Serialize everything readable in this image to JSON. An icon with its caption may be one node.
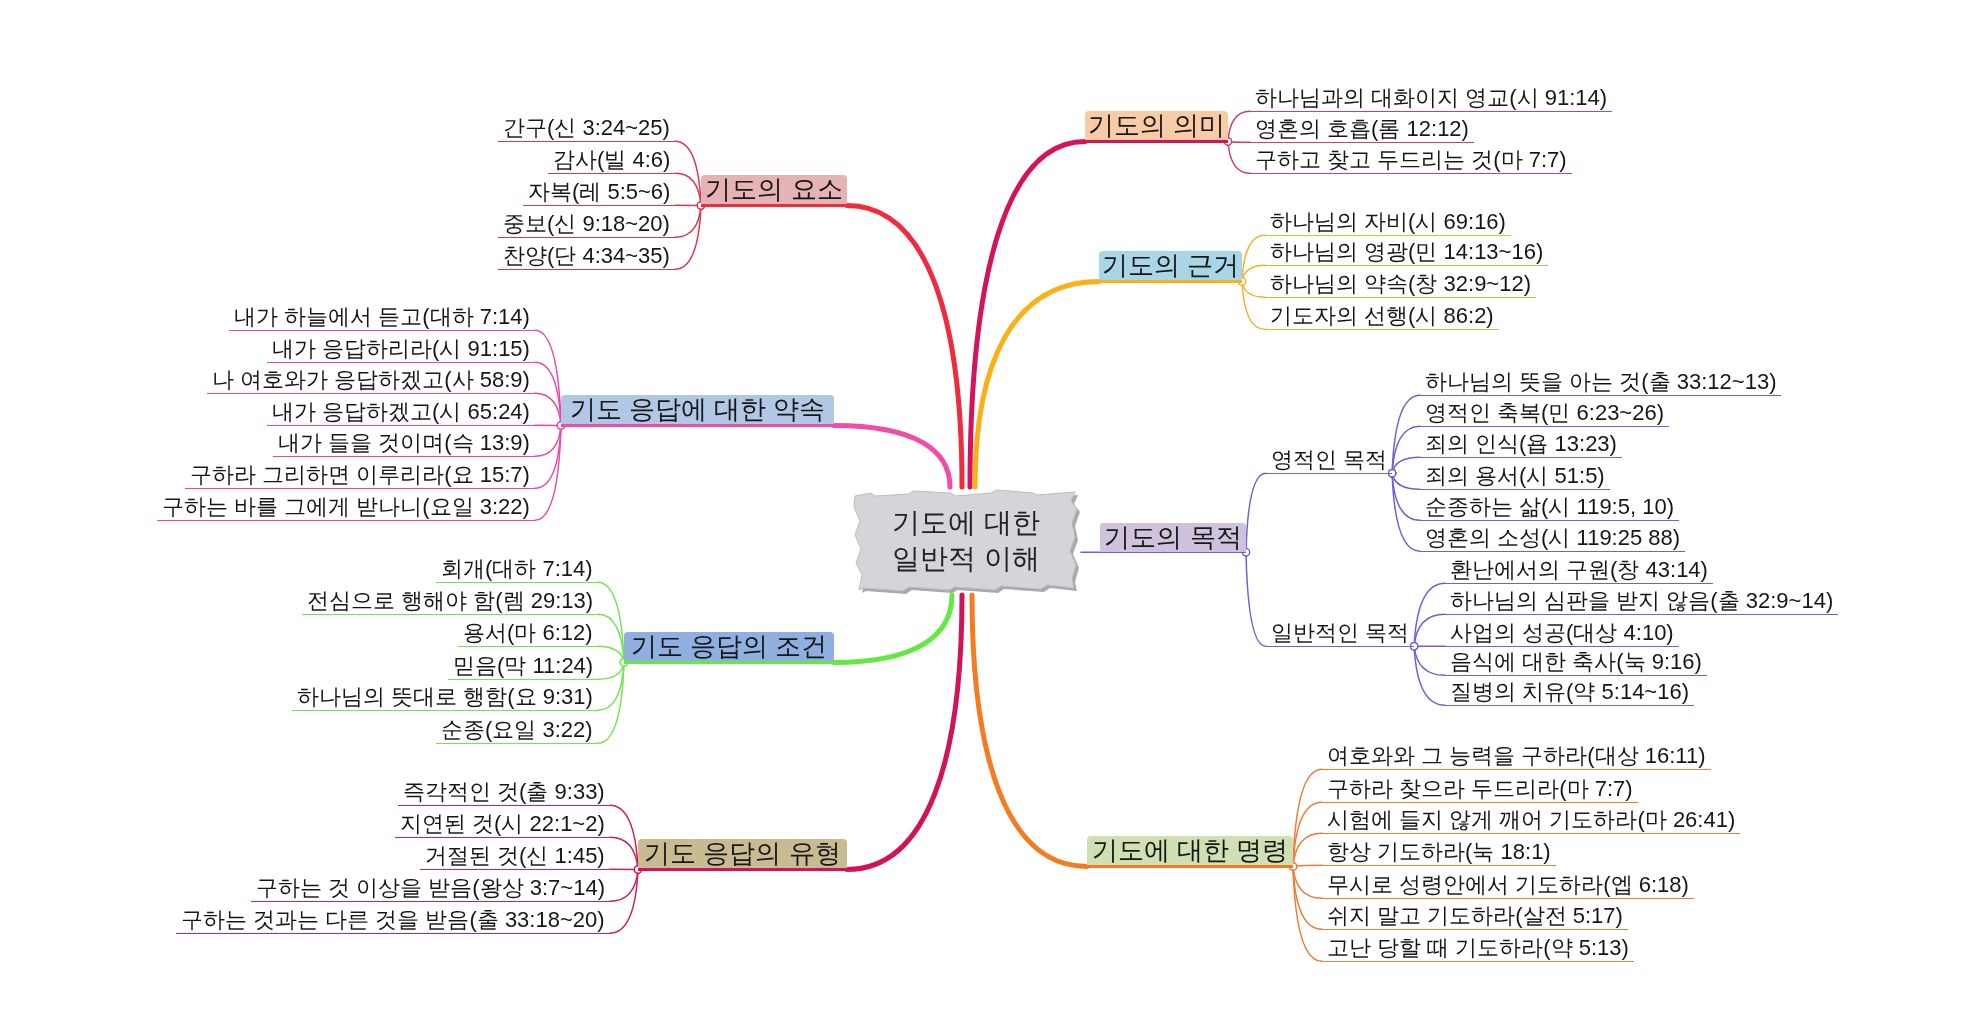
{
  "diagram": {
    "nodes": [
      {
        "text": [
          "기도에 대한 일반적 이해"
        ]
      },
      {
        "text": [
          "기도의 의미"
        ]
      },
      {
        "text": [
          "하나님과의 대화이지 영교(시 91:14)"
        ]
      },
      {
        "text": [
          "영혼의 호흡(롬 12:12)"
        ]
      },
      {
        "text": [
          "구하고 찾고 두드리는 것(마 7:7)"
        ]
      },
      {
        "text": [
          "기도의 근거"
        ]
      },
      {
        "text": [
          "하나님의 자비(시 69:16)"
        ]
      },
      {
        "text": [
          "하나님의 영광(민 14:13~16)"
        ]
      },
      {
        "text": [
          "하나님의 약속(창 32:9~12)"
        ]
      },
      {
        "text": [
          "기도자의 선행(시 86:2)"
        ]
      },
      {
        "text": [
          "기도의 목적"
        ]
      },
      {
        "text": [
          "영적인 목적"
        ]
      },
      {
        "text": [
          "하나님의 뜻을 아는 것(출 33:12~13)"
        ]
      },
      {
        "text": [
          "영적인 축복(민 6:23~26)"
        ]
      },
      {
        "text": [
          "죄의 인식(욥 13:23)"
        ]
      },
      {
        "text": [
          "죄의 용서(시 51:5)"
        ]
      },
      {
        "text": [
          "순종하는 삶(시 119:5, 10)"
        ]
      },
      {
        "text": [
          "영혼의 소성(시 119:25 88)"
        ]
      },
      {
        "text": [
          "일반적인 목적"
        ]
      },
      {
        "text": [
          "환난에서의 구원(창 43:14)"
        ]
      },
      {
        "text": [
          "하나님의 심판을 받지 않음(출 32:9~14)"
        ]
      },
      {
        "text": [
          "사업의 성공(대상 4:10)"
        ]
      },
      {
        "text": [
          "음식에 대한 축사(눅 9:16)"
        ]
      },
      {
        "text": [
          "질병의 치유(약 5:14~16)"
        ]
      },
      {
        "text": [
          "기도에 대한 명령"
        ]
      },
      {
        "text": [
          "여호와와 그 능력을 구하라(대상 16:11)"
        ]
      },
      {
        "text": [
          "구하라 찾으라 두드리라(마 7:7)"
        ]
      },
      {
        "text": [
          "시험에 들지 않게 깨어 기도하라(마 26:41)"
        ]
      },
      {
        "text": [
          "항상 기도하라(눅 18:1)"
        ]
      },
      {
        "text": [
          "무시로 성령안에서 기도하라(엡 6:18)"
        ]
      },
      {
        "text": [
          "쉬지 말고 기도하라(살전 5:17)"
        ]
      },
      {
        "text": [
          "고난 당할 때 기도하라(약 5:13)"
        ]
      },
      {
        "text": [
          "기도의 요소"
        ]
      },
      {
        "text": [
          "간구(신 3:24~25)"
        ]
      },
      {
        "text": [
          "감사(빌 4:6)"
        ]
      },
      {
        "text": [
          "자복(레 5:5~6)"
        ]
      },
      {
        "text": [
          "중보(신 9:18~20)"
        ]
      },
      {
        "text": [
          "찬양(단 4:34~35)"
        ]
      },
      {
        "text": [
          "기도 응답에 대한 약속"
        ]
      },
      {
        "text": [
          "내가 하늘에서 듣고(대하 7:14)"
        ]
      },
      {
        "text": [
          "내가 응답하리라(시 91:15)"
        ]
      },
      {
        "text": [
          "나 여호와가 응답하겠고(사 58:9)"
        ]
      },
      {
        "text": [
          "내가 응답하겠고(시 65:24)"
        ]
      },
      {
        "text": [
          "내가 들을 것이며(슥 13:9)"
        ]
      },
      {
        "text": [
          "구하라 그리하면 이루리라(요 15:7)"
        ]
      },
      {
        "text": [
          "구하는 바를 그에게 받나니(요일 3:22)"
        ]
      },
      {
        "text": [
          "기도 응답의 조건"
        ]
      },
      {
        "text": [
          "회개(대하 7:14)"
        ]
      },
      {
        "text": [
          "전심으로 행해야 함(렘 29:13)"
        ]
      },
      {
        "text": [
          "용서(마 6:12)"
        ]
      },
      {
        "text": [
          "믿음(막 11:24)"
        ]
      },
      {
        "text": [
          "하나님의 뜻대로 행함(요 9:31)"
        ]
      },
      {
        "text": [
          "순종(요일 3:22)"
        ]
      },
      {
        "text": [
          "기도 응답의 유형"
        ]
      },
      {
        "text": [
          "즉각적인 것(출 9:33)"
        ]
      },
      {
        "text": [
          "지연된 것(시 22:1~2)"
        ]
      },
      {
        "text": [
          "거절된 것(신 1:45)"
        ]
      },
      {
        "text": [
          "구하는 것 이상을 받음(왕상 3:7~14)"
        ]
      },
      {
        "text": [
          "구하는 것과는 다른 것을 받음(출 33:18~20)"
        ]
      }
    ],
    "edges": [
      {
        "from": 0,
        "to": 1,
        "arrow": "none",
        "style": "thick",
        "color": "#d4145a"
      },
      {
        "from": 1,
        "to": 2,
        "arrow": "other",
        "color": "#d23a78"
      },
      {
        "from": 1,
        "to": 3,
        "arrow": "other",
        "color": "#d23a78"
      },
      {
        "from": 1,
        "to": 4,
        "arrow": "other",
        "color": "#d23a78"
      },
      {
        "from": 0,
        "to": 5,
        "arrow": "none",
        "style": "thick",
        "color": "#f9b116"
      },
      {
        "from": 5,
        "to": 6,
        "arrow": "other",
        "color": "#efb52e"
      },
      {
        "from": 5,
        "to": 7,
        "arrow": "other",
        "color": "#efb52e"
      },
      {
        "from": 5,
        "to": 8,
        "arrow": "other",
        "color": "#efb52e"
      },
      {
        "from": 5,
        "to": 9,
        "arrow": "other",
        "color": "#efb52e"
      },
      {
        "from": 0,
        "to": 10,
        "arrow": "none"
      },
      {
        "from": 10,
        "to": 11,
        "arrow": "other"
      },
      {
        "from": 11,
        "to": 12,
        "arrow": "other"
      },
      {
        "from": 11,
        "to": 13,
        "arrow": "other"
      },
      {
        "from": 11,
        "to": 14,
        "arrow": "other"
      },
      {
        "from": 11,
        "to": 15,
        "arrow": "other"
      },
      {
        "from": 11,
        "to": 16,
        "arrow": "other"
      },
      {
        "from": 11,
        "to": 17,
        "arrow": "other"
      },
      {
        "from": 10,
        "to": 18,
        "arrow": "other"
      },
      {
        "from": 18,
        "to": 19,
        "arrow": "other"
      },
      {
        "from": 18,
        "to": 20,
        "arrow": "other"
      },
      {
        "from": 18,
        "to": 21,
        "arrow": "other"
      },
      {
        "from": 18,
        "to": 22,
        "arrow": "other"
      },
      {
        "from": 18,
        "to": 23,
        "arrow": "other"
      },
      {
        "from": 0,
        "to": 24,
        "arrow": "none",
        "style": "thick",
        "color": "#f47b20"
      },
      {
        "from": 24,
        "to": 25,
        "arrow": "other",
        "color": "#f07c34"
      },
      {
        "from": 24,
        "to": 26,
        "arrow": "other",
        "color": "#f07c34"
      },
      {
        "from": 24,
        "to": 27,
        "arrow": "other",
        "color": "#f07c34"
      },
      {
        "from": 24,
        "to": 28,
        "arrow": "other",
        "color": "#f07c34"
      },
      {
        "from": 24,
        "to": 29,
        "arrow": "other",
        "color": "#f07c34"
      },
      {
        "from": 24,
        "to": 30,
        "arrow": "other",
        "color": "#f07c34"
      },
      {
        "from": 24,
        "to": 31,
        "arrow": "other",
        "color": "#f07c34"
      },
      {
        "from": 0,
        "to": 32,
        "arrow": "none",
        "style": "thick",
        "color": "#ef2b3c"
      },
      {
        "from": 32,
        "to": 33,
        "arrow": "other",
        "color": "#df3550"
      },
      {
        "from": 32,
        "to": 34,
        "arrow": "other",
        "color": "#df3550"
      },
      {
        "from": 32,
        "to": 35,
        "arrow": "other",
        "color": "#df3550"
      },
      {
        "from": 32,
        "to": 36,
        "arrow": "other",
        "color": "#df3550"
      },
      {
        "from": 32,
        "to": 37,
        "arrow": "other",
        "color": "#df3550"
      },
      {
        "from": 0,
        "to": 38,
        "arrow": "none",
        "style": "thick",
        "color": "#f04ca8"
      },
      {
        "from": 38,
        "to": 39,
        "arrow": "other",
        "color": "#e84aa6"
      },
      {
        "from": 38,
        "to": 40,
        "arrow": "other",
        "color": "#e84aa6"
      },
      {
        "from": 38,
        "to": 41,
        "arrow": "other",
        "color": "#e84aa6"
      },
      {
        "from": 38,
        "to": 42,
        "arrow": "other",
        "color": "#e84aa6"
      },
      {
        "from": 38,
        "to": 43,
        "arrow": "other",
        "color": "#e84aa6"
      },
      {
        "from": 38,
        "to": 44,
        "arrow": "other",
        "color": "#e84aa6"
      },
      {
        "from": 38,
        "to": 45,
        "arrow": "other",
        "color": "#e84aa6"
      },
      {
        "from": 0,
        "to": 46,
        "arrow": "none",
        "style": "thick",
        "color": "#62ea42"
      },
      {
        "from": 46,
        "to": 47,
        "arrow": "other",
        "color": "#72e64e"
      },
      {
        "from": 46,
        "to": 48,
        "arrow": "other",
        "color": "#72e64e"
      },
      {
        "from": 46,
        "to": 49,
        "arrow": "other",
        "color": "#72e64e"
      },
      {
        "from": 46,
        "to": 50,
        "arrow": "other",
        "color": "#72e64e"
      },
      {
        "from": 46,
        "to": 51,
        "arrow": "other",
        "color": "#72e64e"
      },
      {
        "from": 46,
        "to": 52,
        "arrow": "other",
        "color": "#72e64e"
      },
      {
        "from": 0,
        "to": 53,
        "arrow": "none",
        "style": "thick",
        "color": "#d1145a"
      },
      {
        "from": 53,
        "to": 54,
        "arrow": "other",
        "color": "#cc1f5e"
      },
      {
        "from": 53,
        "to": 55,
        "arrow": "other",
        "color": "#cc1f5e"
      },
      {
        "from": 53,
        "to": 56,
        "arrow": "other",
        "color": "#cc1f5e"
      },
      {
        "from": 53,
        "to": 57,
        "arrow": "other",
        "color": "#cc1f5e"
      },
      {
        "from": 53,
        "to": 58,
        "arrow": "other",
        "color": "#cc1f5e"
      }
    ]
  }
}
